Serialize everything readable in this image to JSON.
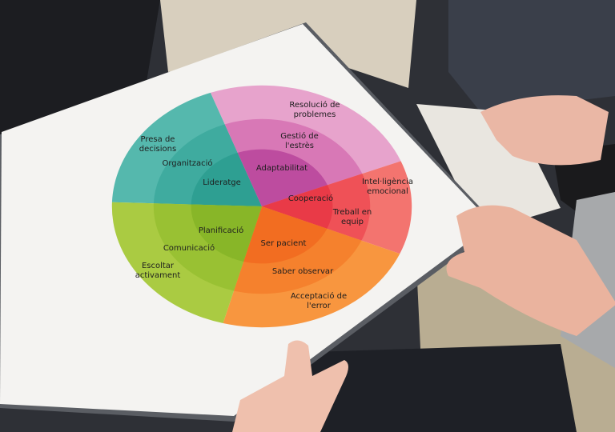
{
  "wheel": {
    "sectors": [
      {
        "name": "teal",
        "colors": [
          "#55b8ad",
          "#3fab9f",
          "#2e9f92"
        ],
        "labels": [
          "Presa de decisions",
          "Organització",
          "Lideratge"
        ]
      },
      {
        "name": "purple",
        "colors": [
          "#e7a3cc",
          "#d878b6",
          "#bd4c9f"
        ],
        "labels": [
          "Resolució de problemes",
          "Gestió de l'estrès",
          "Adaptabilitat"
        ]
      },
      {
        "name": "red",
        "colors": [
          "#f3746f",
          "#ef5157",
          "#e93a47"
        ],
        "labels": [
          "Intel·ligència emocional",
          "Treball en equip",
          "Cooperació"
        ]
      },
      {
        "name": "orange",
        "colors": [
          "#f8963f",
          "#f5812d",
          "#f26d21"
        ],
        "labels": [
          "Acceptació de l'error",
          "Saber observar",
          "Ser pacient"
        ]
      },
      {
        "name": "green",
        "colors": [
          "#aacb42",
          "#99c133",
          "#88b628"
        ],
        "labels": [
          "Escoltar activament",
          "Comunicació",
          "Planificació"
        ]
      }
    ]
  }
}
